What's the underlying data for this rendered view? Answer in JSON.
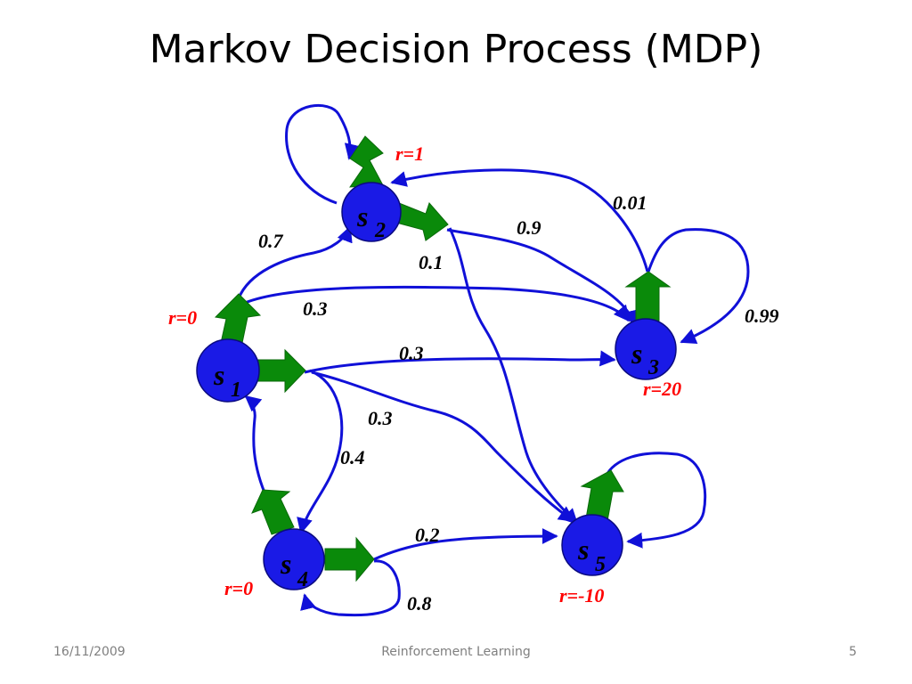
{
  "slide": {
    "title": "Markov Decision Process (MDP)"
  },
  "footer": {
    "date": "16/11/2009",
    "center": "Reinforcement Learning",
    "page": "5"
  },
  "colors": {
    "state_fill": "#1a1ae6",
    "edge": "#1010d8",
    "action_arrow": "#0a8a0a",
    "reward_text": "#ff0000",
    "probability_text": "#000000"
  },
  "states": [
    {
      "id": "s1",
      "name": "s",
      "subscript": "1",
      "reward": "r=0"
    },
    {
      "id": "s2",
      "name": "s",
      "subscript": "2",
      "reward": "r=1"
    },
    {
      "id": "s3",
      "name": "s",
      "subscript": "3",
      "reward": "r=20"
    },
    {
      "id": "s4",
      "name": "s",
      "subscript": "4",
      "reward": "r=0"
    },
    {
      "id": "s5",
      "name": "s",
      "subscript": "5",
      "reward": "r=-10"
    }
  ],
  "transitions": {
    "s1_s2": "0.7",
    "s1_s3_top": "0.3",
    "s1_s3": "0.3",
    "s1_s5": "0.3",
    "s1_s4": "0.4",
    "s2_s3": "0.9",
    "s2_s5": "0.1",
    "s3_s2": "0.01",
    "s3_s3": "0.99",
    "s4_s5": "0.2",
    "s4_s4": "0.8"
  }
}
